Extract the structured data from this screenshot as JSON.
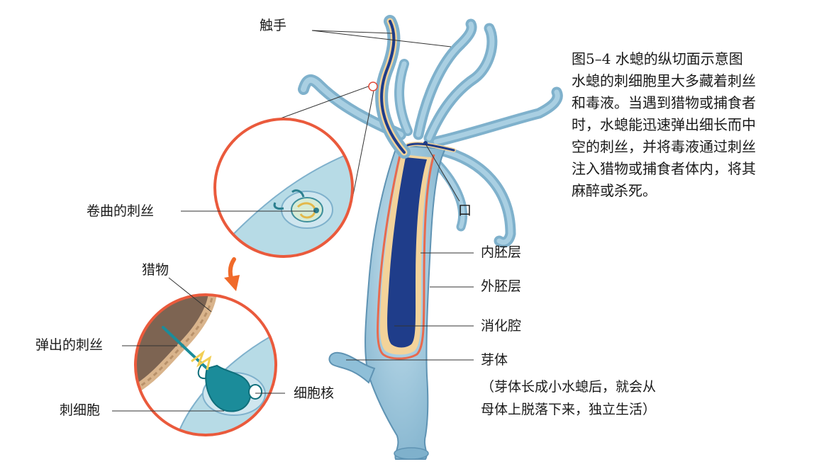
{
  "caption": {
    "title": "图5–4  水螅的纵切面示意图",
    "lines": [
      "水螅的刺细胞里大多藏着刺丝",
      "和毒液。当遇到猎物或捕食者",
      "时，水螅能迅速弹出细长而中",
      "空的刺丝，并将毒液通过刺丝",
      "注入猎物或捕食者体内，将其",
      "麻醉或杀死。"
    ]
  },
  "labels": {
    "tentacle": "触手",
    "coiled_thread": "卷曲的刺丝",
    "prey": "猎物",
    "fired_thread": "弹出的刺丝",
    "cnidocyte": "刺细胞",
    "nucleus": "细胞核",
    "mouth": "口",
    "endoderm": "内胚层",
    "ectoderm": "外胚层",
    "gut_cavity": "消化腔",
    "bud": "芽体",
    "bud_note_1": "（芽体长成小水螅后，就会从",
    "bud_note_2": "母体上脱落下来，独立生活）"
  },
  "colors": {
    "body_fill": "#8fbfd8",
    "body_edge": "#5f93b3",
    "cavity": "#1f3d8a",
    "endoderm_band": "#f3d39a",
    "ectoderm_band": "#e86a4e",
    "zoom_ring": "#ea5a3c",
    "arrow": "#f06a2a",
    "cell_fill": "#1b8c9a",
    "prey_fill": "#7d6452"
  }
}
